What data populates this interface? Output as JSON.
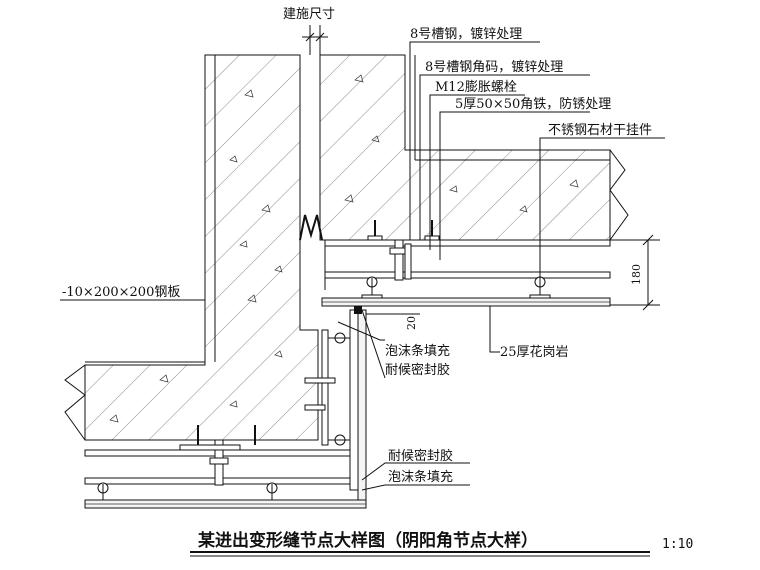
{
  "diagram": {
    "title": "某进出变形缝节点大样图（阴阳角节点大样）",
    "scale": "1:10",
    "labels": {
      "construction_size": "建施尺寸",
      "channel_steel": "8号槽钢，镀锌处理",
      "channel_corner": "8号槽钢角码，镀锌处理",
      "expansion_bolt": "M12膨胀螺栓",
      "angle_iron": "5厚50×50角铁，防锈处理",
      "stainless_hanger": "不锈钢石材干挂件",
      "steel_plate": "-10×200×200钢板",
      "foam_fill_1": "泡沫条填充",
      "sealant_1": "耐候密封胶",
      "granite": "25厚花岗岩",
      "sealant_2": "耐候密封胶",
      "foam_fill_2": "泡沫条填充",
      "dim_180": "180",
      "dim_20": "20"
    }
  }
}
